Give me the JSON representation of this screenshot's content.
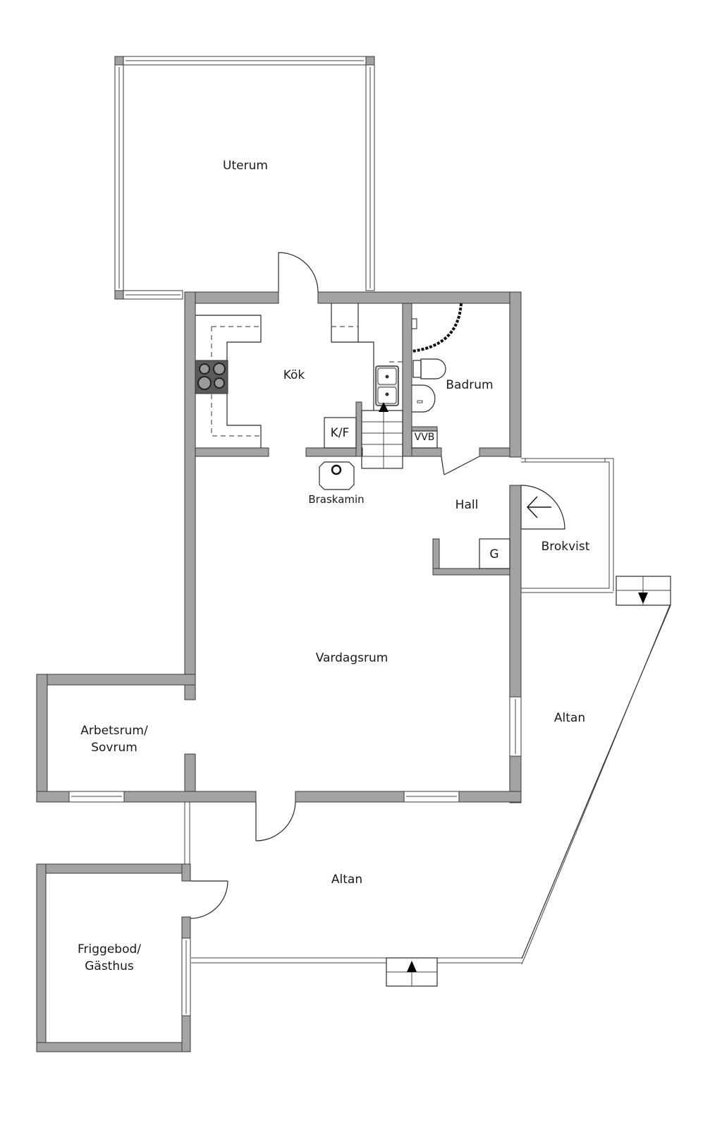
{
  "floorplan": {
    "colors": {
      "wall": "#a3a3a3",
      "wall_outline": "#3a3a3a",
      "background": "#ffffff",
      "stove": "#5a5a5a"
    },
    "rooms": [
      {
        "id": "uterum",
        "label": "Uterum"
      },
      {
        "id": "kok",
        "label": "Kök"
      },
      {
        "id": "badrum",
        "label": "Badrum"
      },
      {
        "id": "hall",
        "label": "Hall"
      },
      {
        "id": "brokvist",
        "label": "Brokvist"
      },
      {
        "id": "vardagsrum",
        "label": "Vardagsrum"
      },
      {
        "id": "arbetsrum",
        "label_line1": "Arbetsrum/",
        "label_line2": "Sovrum"
      },
      {
        "id": "altan_east",
        "label": "Altan"
      },
      {
        "id": "altan_south",
        "label": "Altan"
      },
      {
        "id": "friggebod",
        "label_line1": "Friggebod/",
        "label_line2": "Gästhus"
      }
    ],
    "fixtures": {
      "kf": "K/F",
      "vvb": "VVB",
      "g": "G",
      "braskamin": "Braskamin"
    },
    "icons": [
      "stove-icon",
      "sink-icon",
      "toilet-icon",
      "washbasin-icon",
      "shower-curtain-icon",
      "fireplace-icon",
      "stairs-icon",
      "entrance-arrow-icon",
      "door-swing-icon"
    ]
  }
}
